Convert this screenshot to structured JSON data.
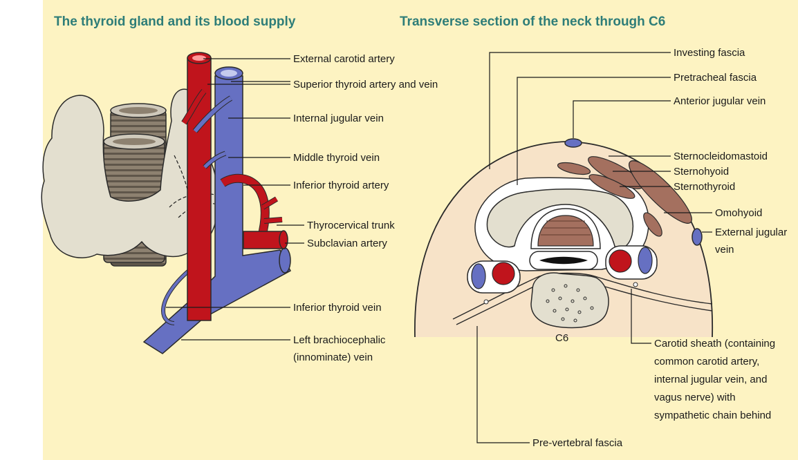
{
  "left_panel": {
    "title": "The thyroid gland and its blood supply",
    "labels": {
      "external_carotid": "External carotid artery",
      "superior_thyroid": "Superior thyroid artery and vein",
      "internal_jugular": "Internal jugular vein",
      "middle_thyroid": "Middle thyroid vein",
      "inferior_thyroid_artery": "Inferior thyroid artery",
      "thyrocervical": "Thyrocervical trunk",
      "subclavian": "Subclavian artery",
      "inferior_thyroid_vein": "Inferior thyroid vein",
      "brachiocephalic_1": "Left brachiocephalic",
      "brachiocephalic_2": "(innominate) vein"
    }
  },
  "right_panel": {
    "title": "Transverse section of the neck through C6",
    "vertebra_label": "C6",
    "labels": {
      "investing": "Investing fascia",
      "pretracheal": "Pretracheal fascia",
      "anterior_jugular": "Anterior jugular vein",
      "sternocleidomastoid": "Sternocleidomastoid",
      "sternohyoid": "Sternohyoid",
      "sternothyroid": "Sternothyroid",
      "omohyoid": "Omohyoid",
      "external_jugular_1": "External jugular",
      "external_jugular_2": "vein",
      "carotid_1": "Carotid sheath (containing",
      "carotid_2": "common carotid artery,",
      "carotid_3": "internal jugular vein, and",
      "carotid_4": "vagus nerve) with",
      "carotid_5": "sympathetic chain behind",
      "prevertebral": "Pre-vertebral fascia"
    }
  },
  "colors": {
    "background": "#fdf3c2",
    "title": "#2e7d78",
    "artery": "#c0141c",
    "vein": "#6670c2",
    "gland": "#e3dfcf",
    "trachea": "#8d8170",
    "muscle": "#a4705f",
    "neck_section": "#f7e3c8"
  }
}
